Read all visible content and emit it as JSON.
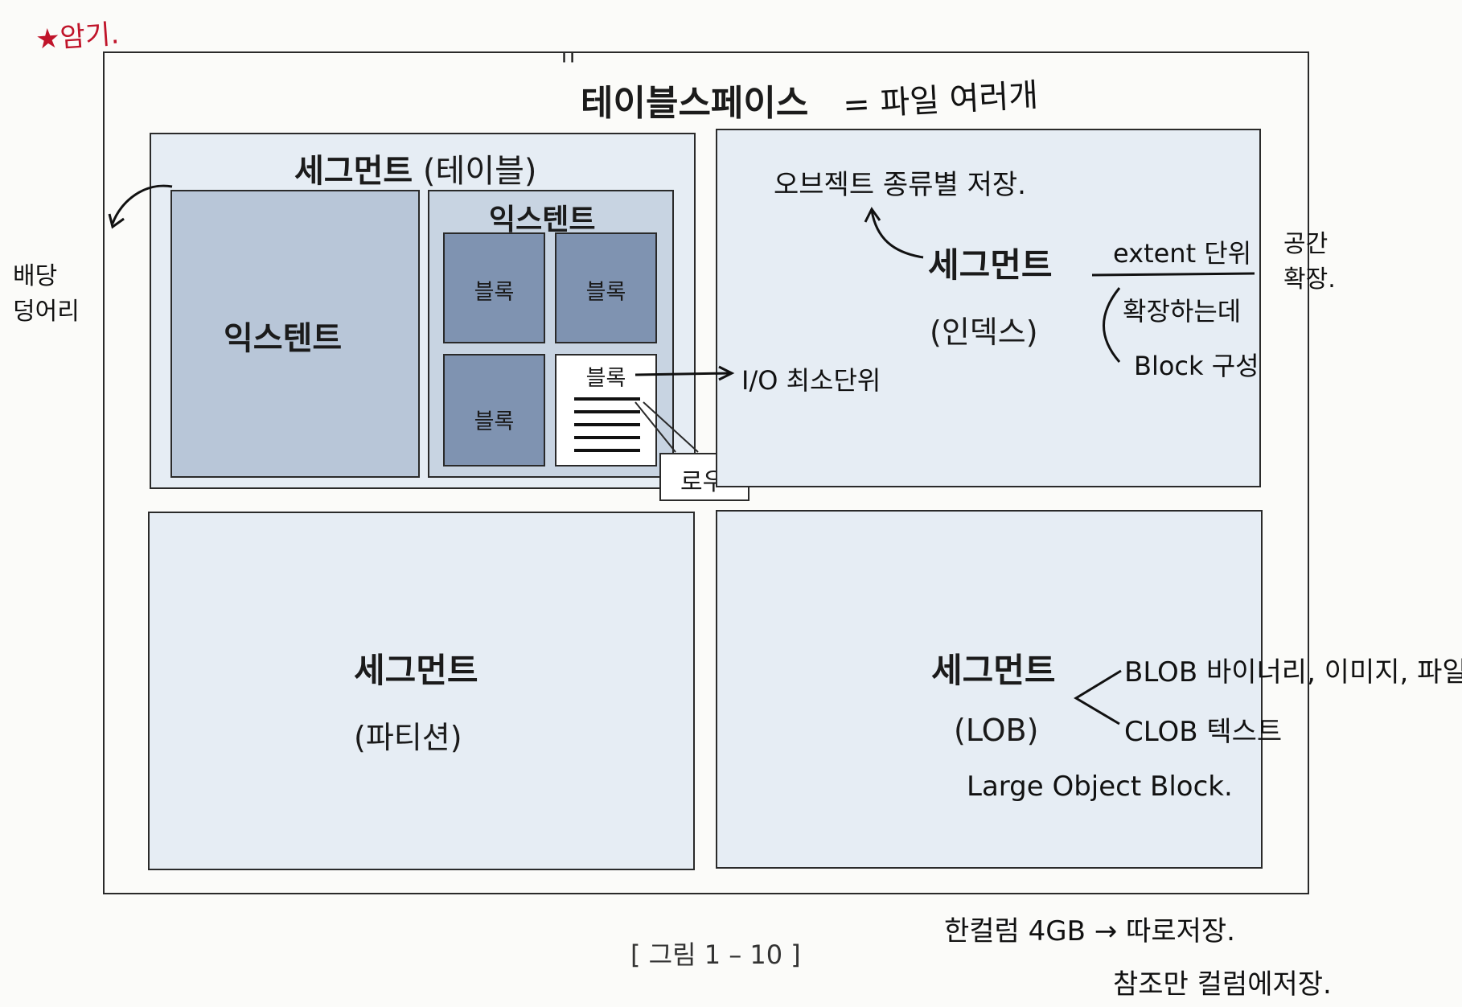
{
  "title": "테이블스페이스",
  "annotations": {
    "memorize": "★암기.",
    "tablespace_eq": "= 파일 여러개",
    "divider_mark": "ㄲ",
    "alloc_unit": "배당\n덩어리",
    "object_type_store": "오브젝트 종류별 저장.",
    "extent_unit": "extent 단위",
    "expand": "확장하는데",
    "block_config": "Block 구성",
    "space_increase": "공간\n확장.",
    "io_min": "I/O 최소단위",
    "blob": "BLOB 바이너리, 이미지, 파일",
    "clob": "CLOB 텍스트",
    "lob_full": "Large Object Block.",
    "note_4gb": "한컬럼 4GB → 따로저장.",
    "note_ref": "참조만 컬럼에저장."
  },
  "segments": {
    "table": {
      "label": "세그먼트",
      "sub": "(테이블)"
    },
    "index": {
      "label": "세그먼트",
      "sub": "(인덱스)"
    },
    "partition": {
      "label": "세그먼트",
      "sub": "(파티션)"
    },
    "lob": {
      "label": "세그먼트",
      "sub": "(LOB)"
    }
  },
  "extent_label": "익스텐트",
  "block_label": "블록",
  "row_label": "로우",
  "caption": "[ 그림 1 – 10 ]",
  "colors": {
    "segment_bg": "#e6edf4",
    "extent_bg": "#b8c6d8",
    "block_bg": "#7f93b1",
    "annotation_red": "#c0142a"
  }
}
